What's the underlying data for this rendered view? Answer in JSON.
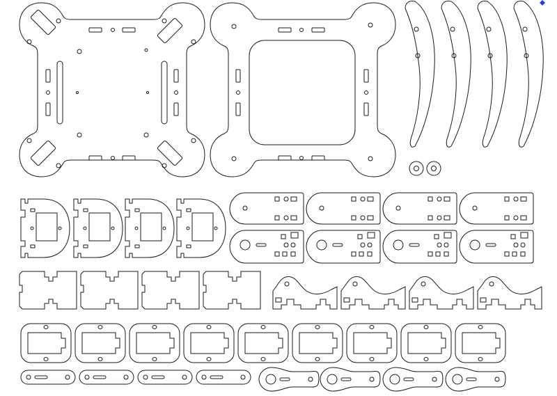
{
  "canvas": {
    "background": "#ffffff",
    "line_color": "#1a1a1a",
    "marker_color": "#1f3fd6"
  },
  "parts": {
    "frame_plate_with_motor_mounts": 1,
    "frame_plate_with_window": 1,
    "curved_legs": 4,
    "small_washers": 2,
    "d_brackets": 4,
    "servo_horn_plates_top_row": 4,
    "servo_horn_plates_bottom_row": 4,
    "jigsaw_strips": 4,
    "wave_brackets": 4,
    "servo_frames": 9,
    "short_links": 4,
    "long_links": 4
  }
}
